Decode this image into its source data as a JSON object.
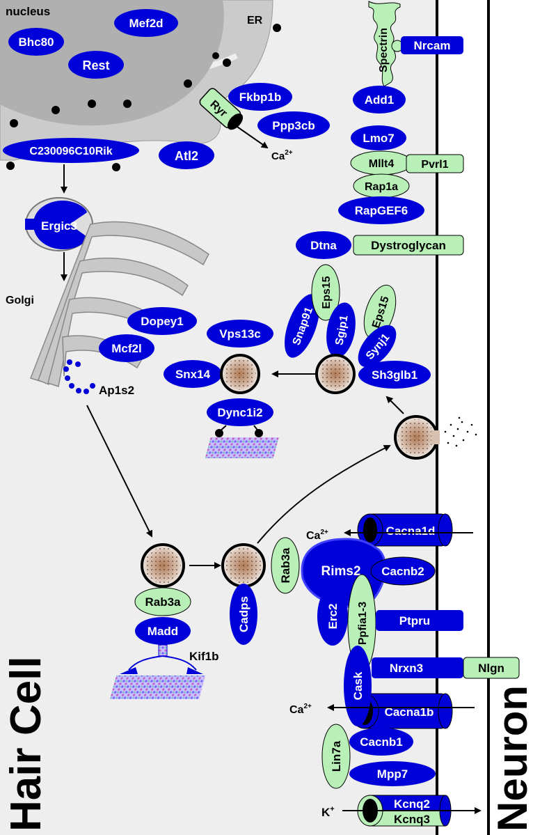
{
  "regions": {
    "nucleus": "nucleus",
    "er": "ER",
    "golgi": "Golgi",
    "hair_cell": "Hair Cell",
    "neuron": "Neuron"
  },
  "ions": {
    "ca": "Ca",
    "ca_sup": "2+",
    "k": "K",
    "k_sup": "+"
  },
  "labels": {
    "ap1s2": "Ap1s2",
    "kif1b": "Kif1b"
  },
  "proteins": {
    "bhc80": "Bhc80",
    "mef2d": "Mef2d",
    "rest": "Rest",
    "fkbp1b": "Fkbp1b",
    "ppp3cb": "Ppp3cb",
    "ryr": "Ryr",
    "atl2": "Atl2",
    "c230096": "C230096C10Rik",
    "ergic3": "Ergic3",
    "spectrin": "Spectrin",
    "nrcam": "Nrcam",
    "add1": "Add1",
    "lmo7": "Lmo7",
    "mllt4": "Mllt4",
    "pvrl1": "Pvrl1",
    "rap1a": "Rap1a",
    "rapgef6": "RapGEF6",
    "dtna": "Dtna",
    "dystroglycan": "Dystroglycan",
    "dopey1": "Dopey1",
    "mcf2l": "Mcf2l",
    "snap91": "Snap91",
    "eps15": "Eps15",
    "sgip1": "Sgip1",
    "synj1": "Synj1",
    "sh3glb1": "Sh3glb1",
    "vps13c": "Vps13c",
    "snx14": "Snx14",
    "dync1i2": "Dync1i2",
    "cacna1d": "Cacna1d",
    "rab3a": "Rab3a",
    "rims2": "Rims2",
    "cacnb2": "Cacnb2",
    "madd": "Madd",
    "cadps": "Cadps",
    "erc2": "Erc2",
    "ppfia": "Ppfia1-3",
    "ptpru": "Ptpru",
    "cask": "Cask",
    "nrxn3": "Nrxn3",
    "nlgn": "Nlgn",
    "cacna1b": "Cacna1b",
    "lin7a": "Lin7a",
    "cacnb1": "Cacnb1",
    "mpp7": "Mpp7",
    "kcnq2": "Kcnq2",
    "kcnq3": "Kcnq3"
  },
  "colors": {
    "blue": "#0000d8",
    "green": "#b8f0b8",
    "cell": "#eeeeee",
    "nucleus": "#b0b0b0",
    "er": "#cbcbcb",
    "golgi": "#c8c8c8",
    "vesicle": "#c09070"
  }
}
